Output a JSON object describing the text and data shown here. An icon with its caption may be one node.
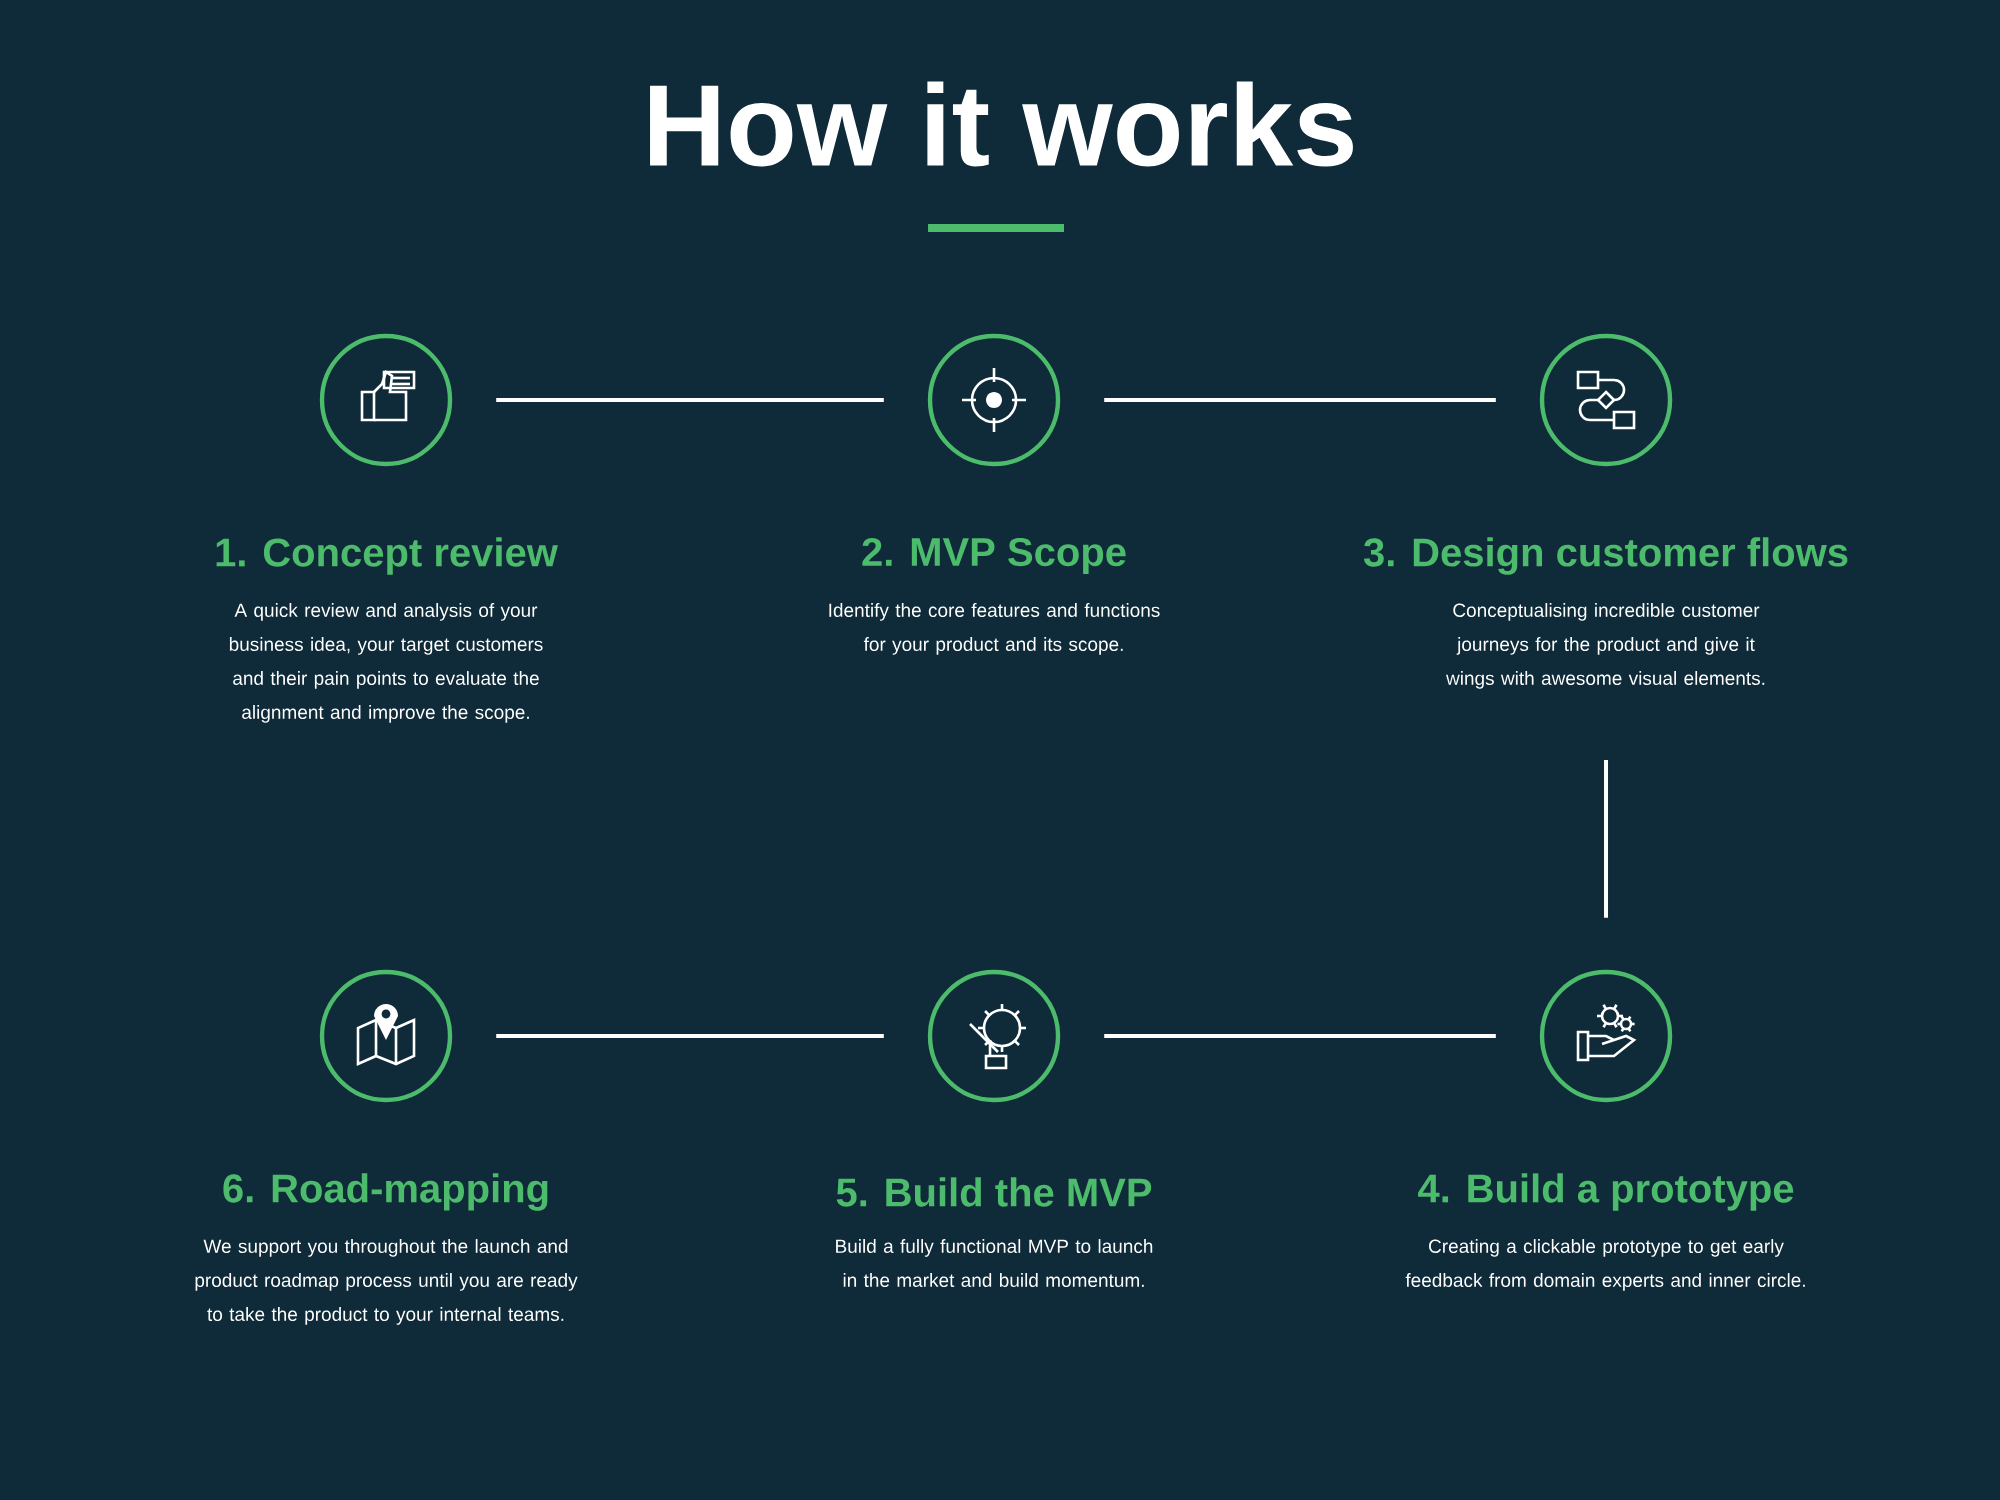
{
  "diagram": {
    "title": "How it works",
    "nodes": [
      {
        "text": [],
        "shape": "circle",
        "beside": [
          "1. Concept review",
          "A quick review and analysis of your business idea, your target customers and their pain points to evaluate the alignment and improve the scope."
        ]
      },
      {
        "text": [],
        "shape": "circle",
        "beside": [
          "2. MVP Scope",
          "Identify the core features and functions for your product and its scope."
        ]
      },
      {
        "text": [],
        "shape": "circle",
        "beside": [
          "3. Design customer flows",
          "Conceptualising incredible customer journeys for the product and give it wings with awesome visual elements."
        ]
      },
      {
        "text": [],
        "shape": "circle",
        "beside": [
          "4. Build a prototype",
          "Creating a clickable prototype to get early feedback from domain experts and inner circle."
        ]
      },
      {
        "text": [],
        "shape": "circle",
        "beside": [
          "5. Build the MVP",
          "Build a fully functional MVP to launch in the market and build momentum."
        ]
      },
      {
        "text": [],
        "shape": "circle",
        "beside": [
          "6. Road-mapping",
          "We support you throughout the launch and product roadmap process until you are ready to take the product to your internal teams."
        ]
      }
    ],
    "edges": [
      {
        "from": 0,
        "to": 1,
        "arrow": "none"
      },
      {
        "from": 1,
        "to": 2,
        "arrow": "none"
      },
      {
        "from": 2,
        "to": 3,
        "arrow": "none"
      },
      {
        "from": 3,
        "to": 4,
        "arrow": "none"
      },
      {
        "from": 4,
        "to": 5,
        "arrow": "none"
      }
    ]
  }
}
